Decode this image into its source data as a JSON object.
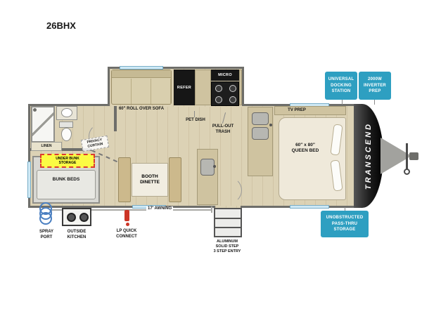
{
  "model": "26BHX",
  "brand": "TRANSCEND",
  "colors": {
    "floor": "#dcd2b5",
    "wall": "#6e6e6a",
    "callout_blue": "#2e9fc1",
    "highlight_yellow": "#fbfb44",
    "highlight_red": "#dd3a2e",
    "window_blue": "#cfe9f5"
  },
  "labels": {
    "sofa": "60\" ROLL OVER SOFA",
    "refer": "REFER",
    "micro": "MICRO",
    "pet_dish": "PET DISH",
    "trash": "PULL-OUT\nTRASH",
    "tv_prep": "TV PREP",
    "queen": "60\" x 80\"\nQUEEN BED",
    "linen": "LINEN",
    "privacy": "PRIVACY\nCURTAIN",
    "under_bunk": "UNDER BUNK\nSTORAGE",
    "bunks": "BUNK BEDS",
    "dinette": "BOOTH\nDINETTE",
    "awning": "17' AWNING",
    "spray": "SPRAY\nPORT",
    "out_kitchen": "OUTSIDE\nKITCHEN",
    "lp": "LP QUICK\nCONNECT",
    "steps": "ALUMINUM\nSOLID STEP\n3 STEP ENTRY"
  },
  "callouts": {
    "docking": "UNIVERSAL\nDOCKING\nSTATION",
    "inverter": "2000W\nINVERTER\nPREP",
    "passthru": "UNOBSTRUCTED\nPASS-THRU\nSTORAGE"
  }
}
